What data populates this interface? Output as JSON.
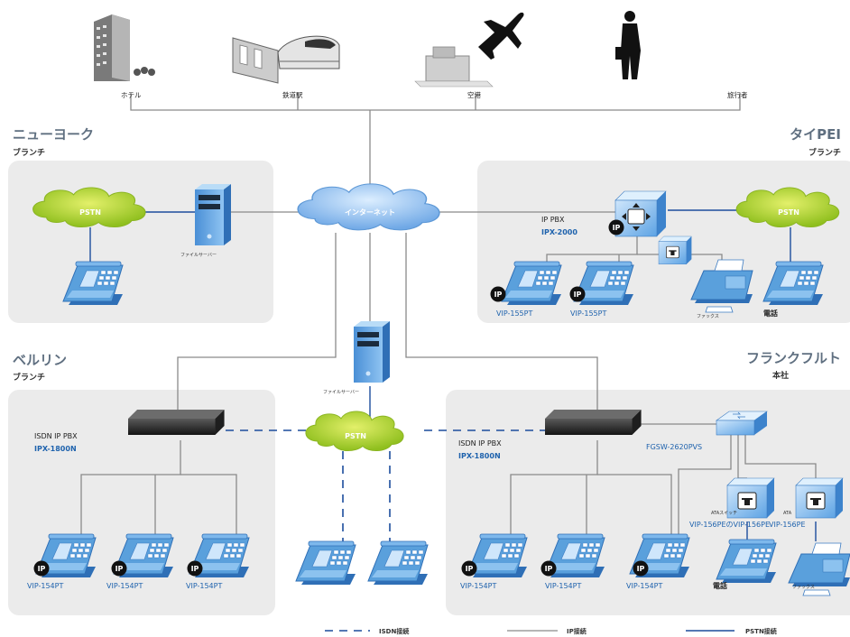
{
  "top": {
    "hotel": "ホテル",
    "station": "鉄道駅",
    "airport": "空港",
    "traveler": "旅行者"
  },
  "branches": {
    "newyork": {
      "name": "ニューヨーク",
      "kind": "ブランチ",
      "file_server": "ファイルサーバー",
      "pstn": "PSTN"
    },
    "taipei": {
      "name": "タイPEI",
      "kind": "ブランチ",
      "pbx_label": "IP PBX",
      "pbx_model": "IPX-2000",
      "pstn": "PSTN",
      "phone1": "VIP-155PT",
      "phone2": "VIP-155PT",
      "fax": "ファックス",
      "phone": "電話"
    },
    "berlin": {
      "name": "ベルリン",
      "kind": "ブランチ",
      "pbx_label": "ISDN IP PBX",
      "pbx_model": "IPX-1800N",
      "phone1": "VIP-154PT",
      "phone2": "VIP-154PT",
      "phone3": "VIP-154PT"
    },
    "frankfurt": {
      "name": "フランクフルト",
      "kind": "本社",
      "pbx_label": "ISDN IP PBX",
      "pbx_model": "IPX-1800N",
      "switch": "FGSW-2620PVS",
      "ata_tag1": "ATAスイッチ",
      "ata_tag2": "ATA",
      "ata_label1": "VIP-156PEのVIP-156PE",
      "ata_label2": "VIP-156PE",
      "phone1": "VIP-154PT",
      "phone2": "VIP-154PT",
      "phone3": "VIP-154PT",
      "phone": "電話",
      "fax": "ファックス"
    }
  },
  "center": {
    "internet": "インターネット",
    "file_server": "ファイルサーバー",
    "pstn": "PSTN"
  },
  "ip_tag": "IP",
  "legend": {
    "isdn": "ISDN接続",
    "ip": "IP接続",
    "pstn": "PSTN接続"
  },
  "colors": {
    "panel": "#ebebeb",
    "ip_line": "#8a8a8a",
    "pstn_line": "#1c4c9c",
    "phone": "#5aa0dc",
    "cloud_green": "#a8cc2a",
    "cloud_blue": "#7fb2e8"
  }
}
